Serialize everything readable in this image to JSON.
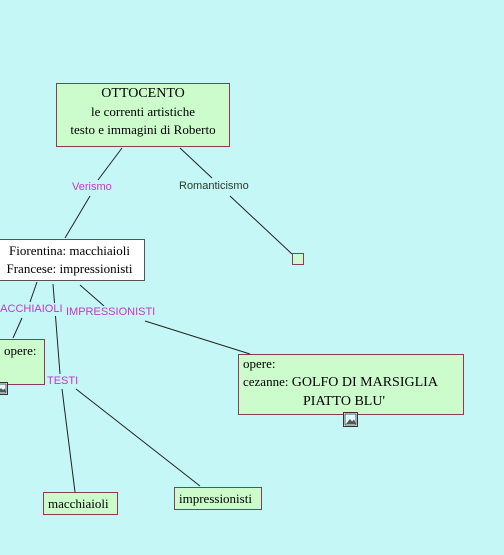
{
  "root": {
    "line1": "OTTOCENTO",
    "line2": "le correnti artistiche",
    "line3": "testo e immagini di Roberto"
  },
  "links": {
    "verismo": "Verismo",
    "romanticismo": "Romanticismo",
    "macchiaioli": "MACCHIAIOLI",
    "impressionisti": "IMPRESSIONISTI",
    "testi": "TESTI"
  },
  "schools": {
    "line1": "Fiorentina: macchiaioli",
    "line2": "Francese: impressionisti"
  },
  "opere_left": {
    "text": "opere:"
  },
  "opere_right": {
    "line1": "opere:",
    "line2_prefix": "cezanne: ",
    "line2_title": "GOLFO DI MARSIGLIA",
    "line3": "PIATTO BLU'"
  },
  "leaf_macchiaioli": "macchiaioli",
  "leaf_impressionisti": "impressionisti",
  "icons": [
    "image-icon",
    "image-icon"
  ]
}
